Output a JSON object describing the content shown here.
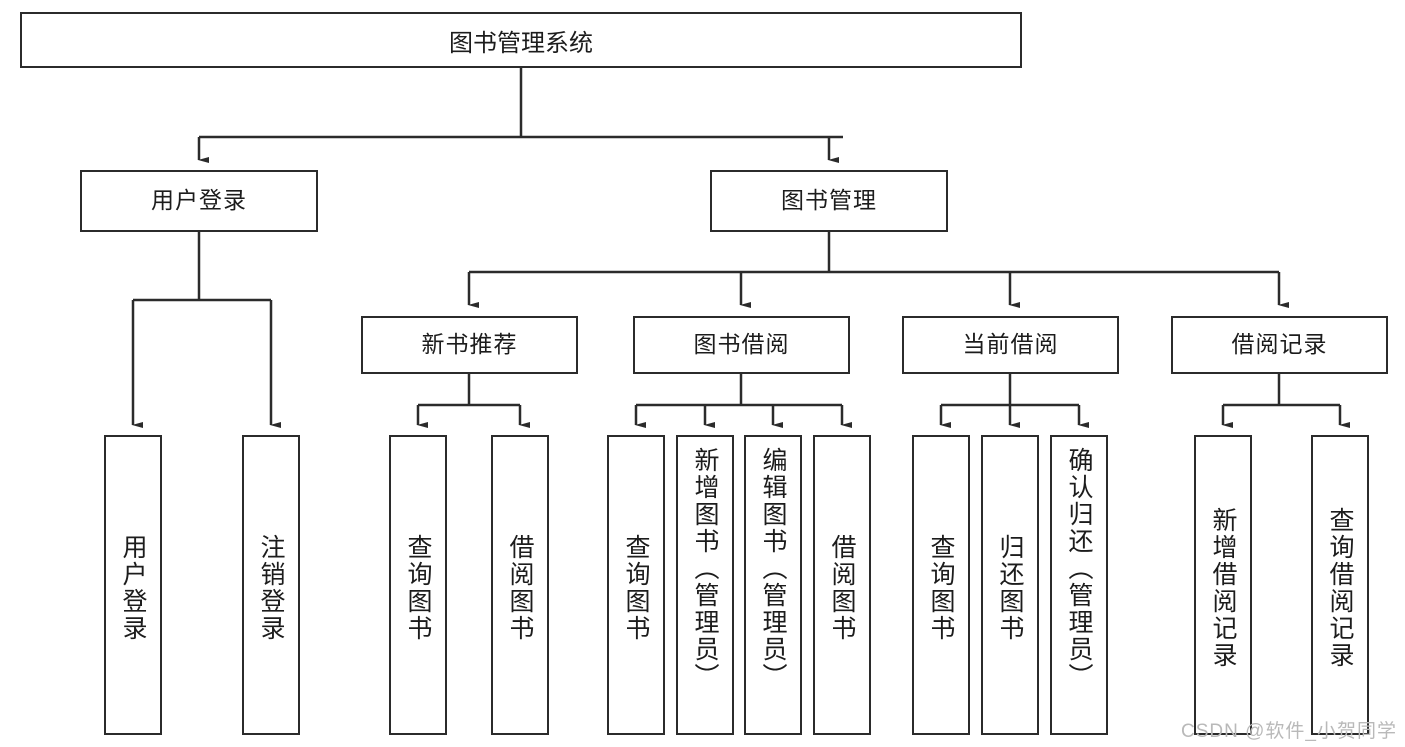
{
  "diagram": {
    "title": "图书管理系统",
    "type": "tree-hierarchy",
    "levels": {
      "root": {
        "label": "图书管理系统"
      },
      "level2": [
        {
          "label": "用户登录"
        },
        {
          "label": "图书管理"
        }
      ],
      "level3": [
        {
          "label": "新书推荐"
        },
        {
          "label": "图书借阅"
        },
        {
          "label": "当前借阅"
        },
        {
          "label": "借阅记录"
        }
      ],
      "leaves": {
        "user_login": [
          {
            "label": "用户登录"
          },
          {
            "label": "注销登录"
          }
        ],
        "new_book_recommend": [
          {
            "label": "查询图书"
          },
          {
            "label": "借阅图书"
          }
        ],
        "book_borrow": [
          {
            "label": "查询图书"
          },
          {
            "label": "新增图书（管理员）"
          },
          {
            "label": "编辑图书（管理员）"
          },
          {
            "label": "借阅图书"
          }
        ],
        "current_borrow": [
          {
            "label": "查询图书"
          },
          {
            "label": "归还图书"
          },
          {
            "label": "确认归还（管理员）"
          }
        ],
        "borrow_record": [
          {
            "label": "新增借阅记录"
          },
          {
            "label": "查询借阅记录"
          }
        ]
      }
    }
  },
  "watermark": {
    "text": "CSDN @软件_小贺同学"
  },
  "colors": {
    "stroke": "#2b2b2b",
    "text": "#1c1c1c",
    "background": "#ffffff",
    "watermark": "#b9b9b9"
  }
}
